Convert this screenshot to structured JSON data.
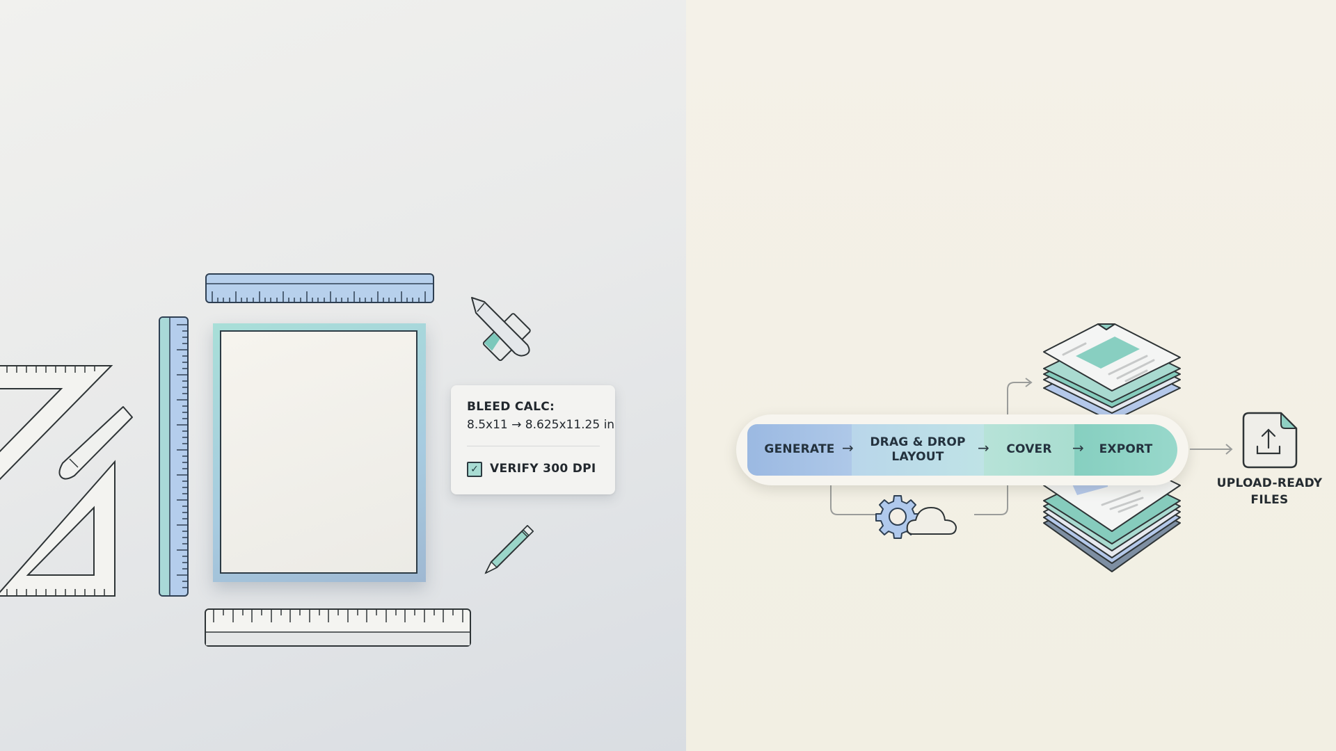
{
  "left_panel": {
    "background": "#e9eaea",
    "bleed_card": {
      "title": "BLEED CALC:",
      "calculation": "8.5x11 → 8.625x11.25 in",
      "checkbox_checked": true,
      "checkbox_label": "VERIFY 300 DPI",
      "check_glyph": "✓"
    },
    "tools": [
      "ruler-top",
      "ruler-vertical",
      "ruler-bottom",
      "set-square-large",
      "set-square-small",
      "pencil",
      "pencil-ruler-icon",
      "teal-pencil"
    ]
  },
  "right_panel": {
    "background": "#f2efe3",
    "pipeline": {
      "steps": [
        {
          "label": "GENERATE",
          "color": "#a4c0e5"
        },
        {
          "label": "DRAG & DROP",
          "label2": "LAYOUT",
          "color": "#bcdde8"
        },
        {
          "label": "COVER",
          "color": "#b0e0d4"
        },
        {
          "label": "EXPORT",
          "color": "#8fd3c5"
        }
      ],
      "arrow_glyph": "→"
    },
    "loop_icons": [
      "gear-icon",
      "cloud-icon"
    ],
    "output": {
      "label_line1": "UPLOAD-READY",
      "label_line2": "FILES",
      "icon": "file-upload-icon"
    }
  }
}
